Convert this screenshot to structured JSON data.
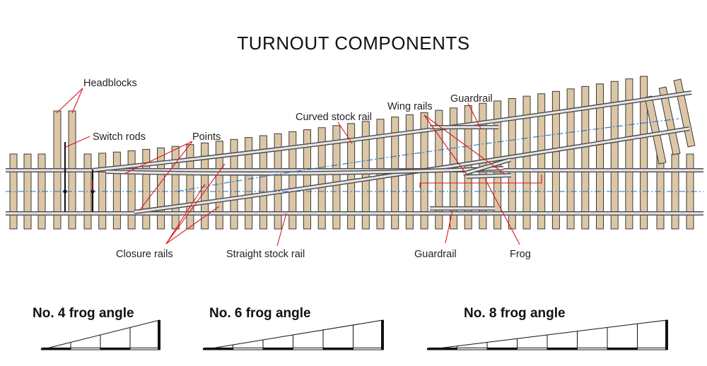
{
  "title": "TURNOUT COMPONENTS",
  "labels": {
    "headblocks": "Headblocks",
    "switch_rods": "Switch rods",
    "points": "Points",
    "curved_stock_rail": "Curved stock rail",
    "wing_rails": "Wing rails",
    "guardrail_top": "Guardrail",
    "closure_rails": "Closure rails",
    "straight_stock_rail": "Straight stock rail",
    "guardrail_bottom": "Guardrail",
    "frog": "Frog"
  },
  "frog_angles": [
    {
      "label": "No. 4 frog angle",
      "number": 4
    },
    {
      "label": "No. 6 frog angle",
      "number": 6
    },
    {
      "label": "No. 8 frog angle",
      "number": 8
    }
  ],
  "colors": {
    "tie": "#dcc6a6",
    "rail": "#4a4a4a",
    "rail_head": "#e4e4e4",
    "leader": "#e0151b",
    "centerline": "#2a6fb8"
  }
}
